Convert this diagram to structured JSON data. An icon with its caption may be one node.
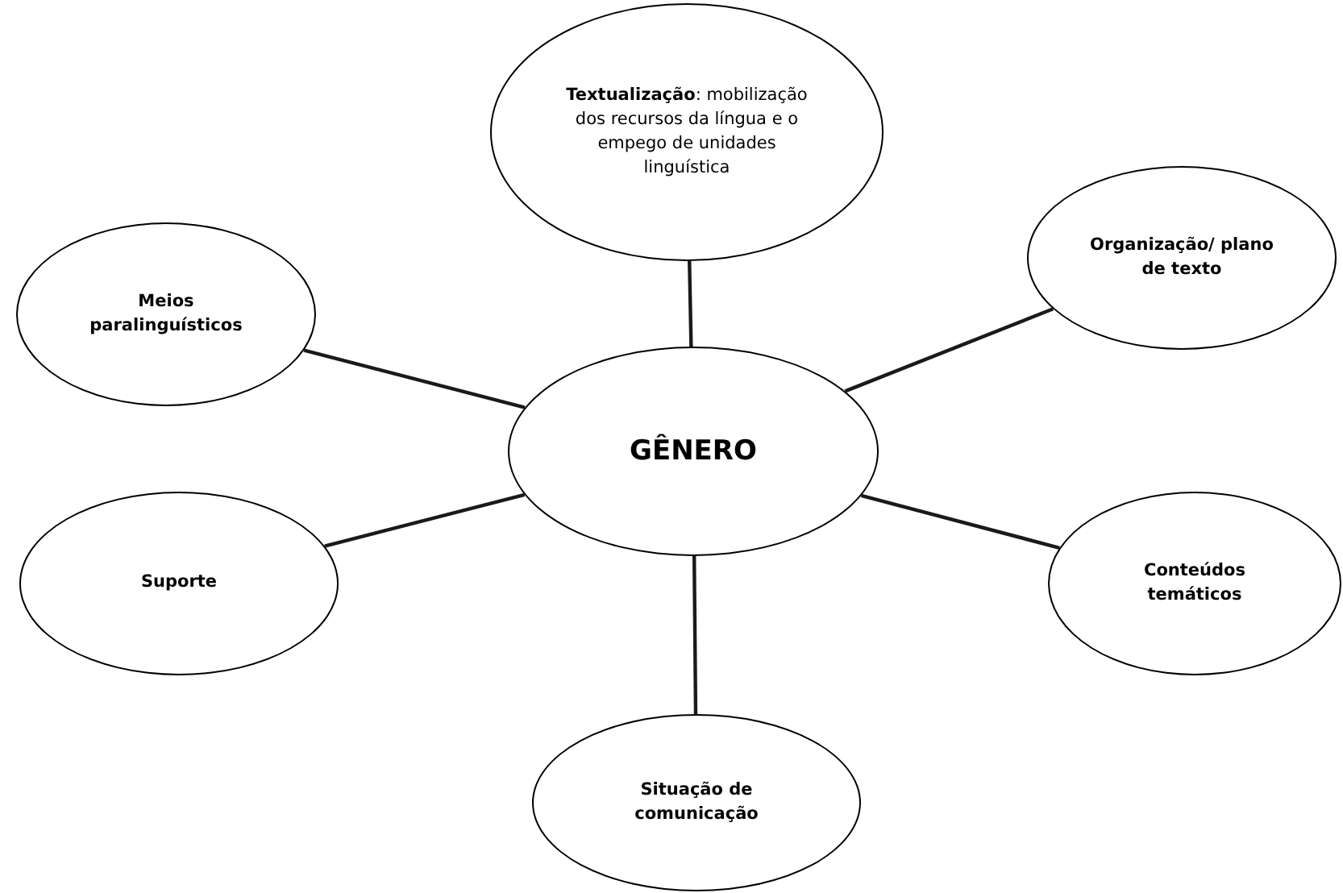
{
  "diagram": {
    "nodes": [
      {
        "text": [
          "**Textualização**: mobilização dos recursos da língua e o empego de unidades linguística"
        ]
      },
      {
        "text": [
          "Organização/ plano de texto"
        ]
      },
      {
        "text": [
          "Meios paralinguísticos"
        ]
      },
      {
        "text": [
          "GÊNERO"
        ]
      },
      {
        "text": [
          "Suporte"
        ]
      },
      {
        "text": [
          "Conteúdos temáticos"
        ]
      },
      {
        "text": [
          "Situação de comunicação"
        ]
      }
    ],
    "edges": [
      {
        "from": 3,
        "to": 0,
        "arrow": "none"
      },
      {
        "from": 3,
        "to": 1,
        "arrow": "none"
      },
      {
        "from": 3,
        "to": 2,
        "arrow": "none"
      },
      {
        "from": 3,
        "to": 4,
        "arrow": "none"
      },
      {
        "from": 3,
        "to": 5,
        "arrow": "none"
      },
      {
        "from": 3,
        "to": 6,
        "arrow": "none"
      }
    ]
  }
}
